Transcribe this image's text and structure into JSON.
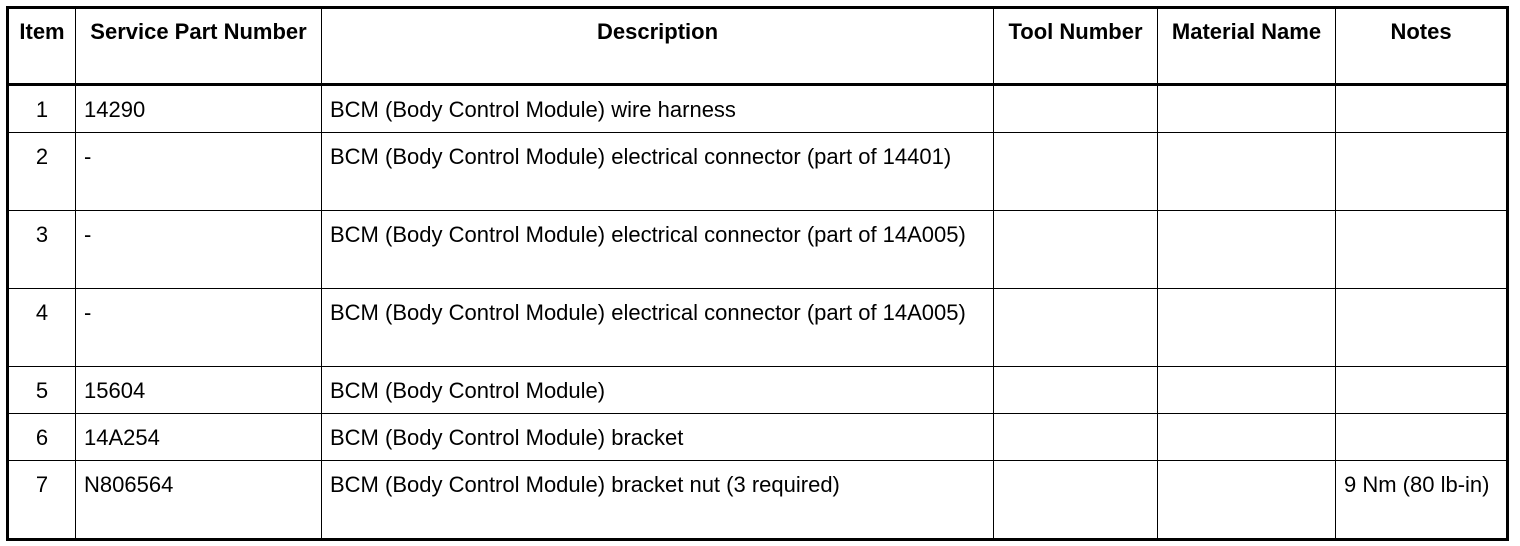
{
  "headers": [
    "Item",
    "Service Part Number",
    "Description",
    "Tool Number",
    "Material Name",
    "Notes"
  ],
  "rows": [
    {
      "item": "1",
      "part": "14290",
      "description": "BCM (Body Control Module) wire harness",
      "tool": "",
      "material": "",
      "notes": ""
    },
    {
      "item": "2",
      "part": "-",
      "description": "BCM (Body Control Module) electrical connector (part of 14401)",
      "tool": "",
      "material": "",
      "notes": ""
    },
    {
      "item": "3",
      "part": "-",
      "description": "BCM (Body Control Module) electrical connector (part of 14A005)",
      "tool": "",
      "material": "",
      "notes": ""
    },
    {
      "item": "4",
      "part": "-",
      "description": "BCM (Body Control Module) electrical connector (part of 14A005)",
      "tool": "",
      "material": "",
      "notes": ""
    },
    {
      "item": "5",
      "part": "15604",
      "description": "BCM (Body Control Module)",
      "tool": "",
      "material": "",
      "notes": ""
    },
    {
      "item": "6",
      "part": "14A254",
      "description": "BCM (Body Control Module) bracket",
      "tool": "",
      "material": "",
      "notes": ""
    },
    {
      "item": "7",
      "part": "N806564",
      "description": "BCM (Body Control Module) bracket nut (3 required)",
      "tool": "",
      "material": "",
      "notes": "9 Nm (80 lb-in)"
    }
  ]
}
